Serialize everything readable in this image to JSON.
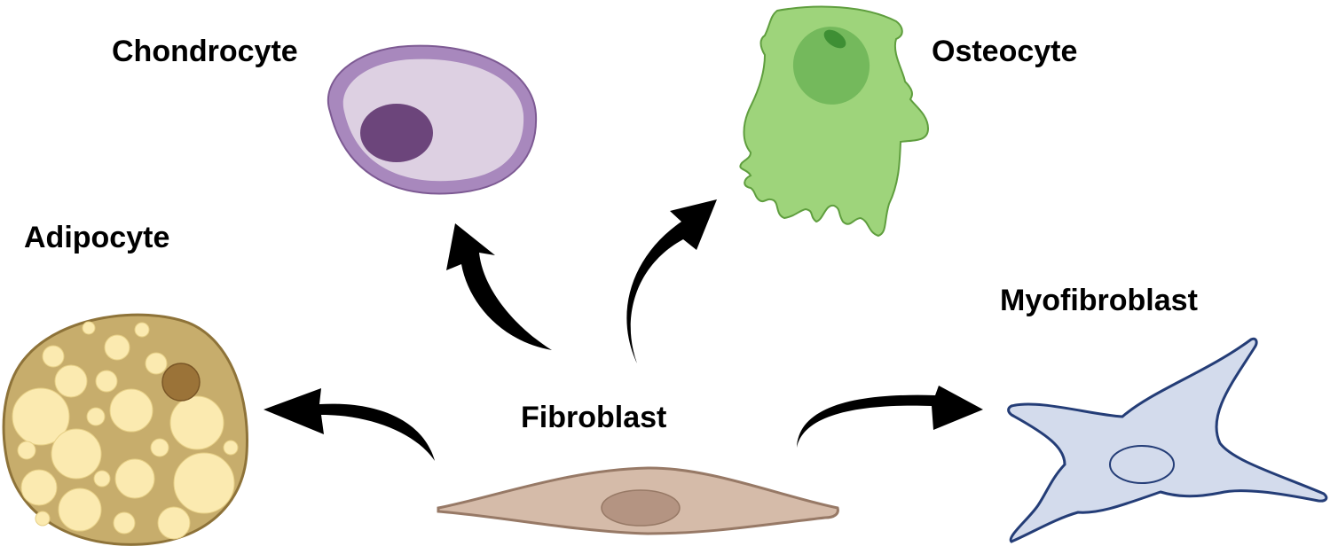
{
  "diagram": {
    "center": {
      "label": "Fibroblast"
    },
    "cells": {
      "chondrocyte": {
        "label": "Chondrocyte"
      },
      "osteocyte": {
        "label": "Osteocyte"
      },
      "adipocyte": {
        "label": "Adipocyte"
      },
      "myofibroblast": {
        "label": "Myofibroblast"
      }
    },
    "colors": {
      "fibroblast_fill": "#d5bba9",
      "fibroblast_outline": "#977966",
      "fibroblast_nucleus": "#b49482",
      "chondrocyte_outer": "#a888bd",
      "chondrocyte_inner": "#ddd0e2",
      "chondrocyte_nucleus": "#6c457b",
      "osteocyte_fill": "#9ed47b",
      "osteocyte_nucleus": "#74b95c",
      "osteocyte_nucleolus": "#3e8f34",
      "adipocyte_fill": "#c7ad6c",
      "adipocyte_droplet": "#fbeab0",
      "adipocyte_nucleus": "#9b7338",
      "myofibroblast_fill": "#d3dbec",
      "myofibroblast_outline": "#243d77",
      "arrow": "#000000"
    },
    "arrows": [
      {
        "from": "Fibroblast",
        "to": "Chondrocyte"
      },
      {
        "from": "Fibroblast",
        "to": "Osteocyte"
      },
      {
        "from": "Fibroblast",
        "to": "Adipocyte"
      },
      {
        "from": "Fibroblast",
        "to": "Myofibroblast"
      }
    ]
  }
}
